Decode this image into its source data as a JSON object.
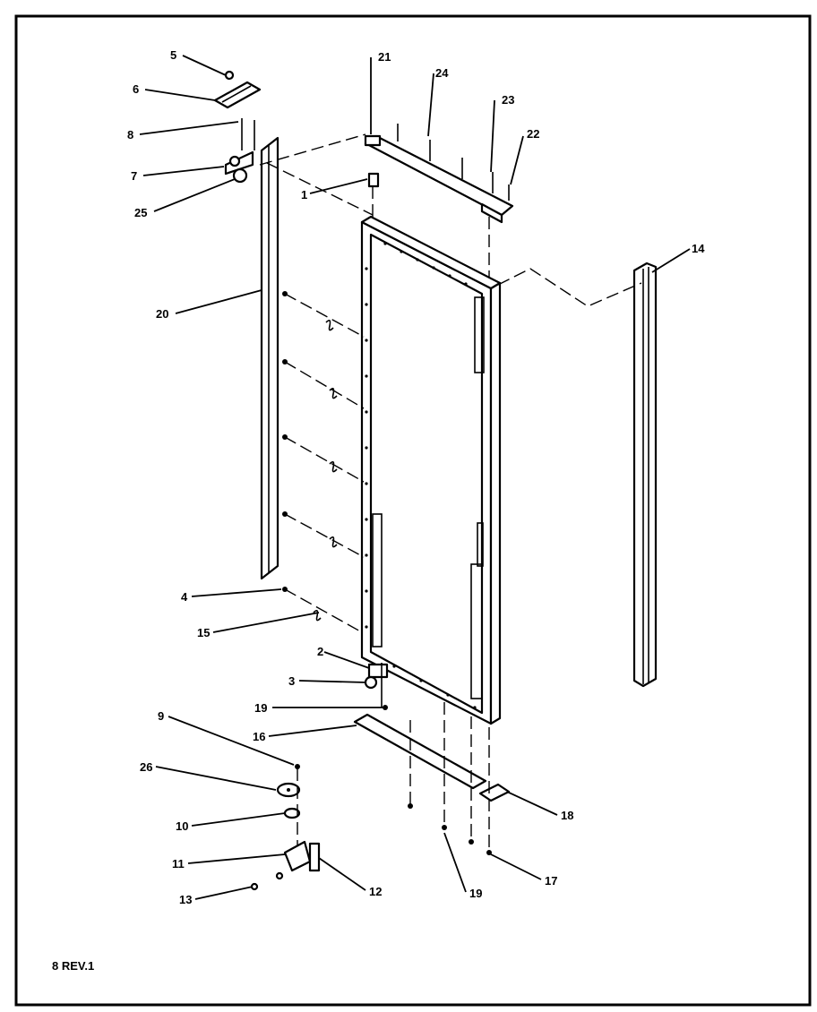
{
  "diagram": {
    "revision_label": "8 REV.1",
    "callouts": [
      "5",
      "6",
      "8",
      "7",
      "25",
      "21",
      "24",
      "23",
      "22",
      "1",
      "14",
      "20",
      "4",
      "15",
      "2",
      "3",
      "19",
      "16",
      "9",
      "26",
      "10",
      "11",
      "13",
      "12",
      "19",
      "17",
      "18"
    ]
  }
}
